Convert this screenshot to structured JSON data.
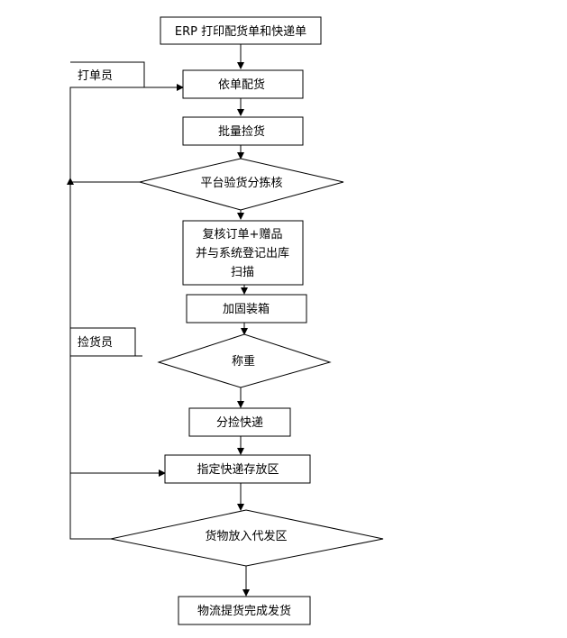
{
  "diagram": {
    "nodes": {
      "erp": "ERP 打印配货单和快递单",
      "pick_by_order": "依单配货",
      "batch_pick": "批量捡货",
      "platform_check": "平台验货分拣核",
      "recheck_line1": "复核订单+赠品",
      "recheck_line2": "并与系统登记出库",
      "recheck_line3": "扫描",
      "reinforce": "加固装箱",
      "weigh": "称重",
      "sort_express": "分捡快递",
      "assign_area": "指定快递存放区",
      "put_goods": "货物放入代发区",
      "ship": "物流提货完成发货"
    },
    "roles": {
      "order_printer": "打单员",
      "picker": "捡货员"
    }
  }
}
